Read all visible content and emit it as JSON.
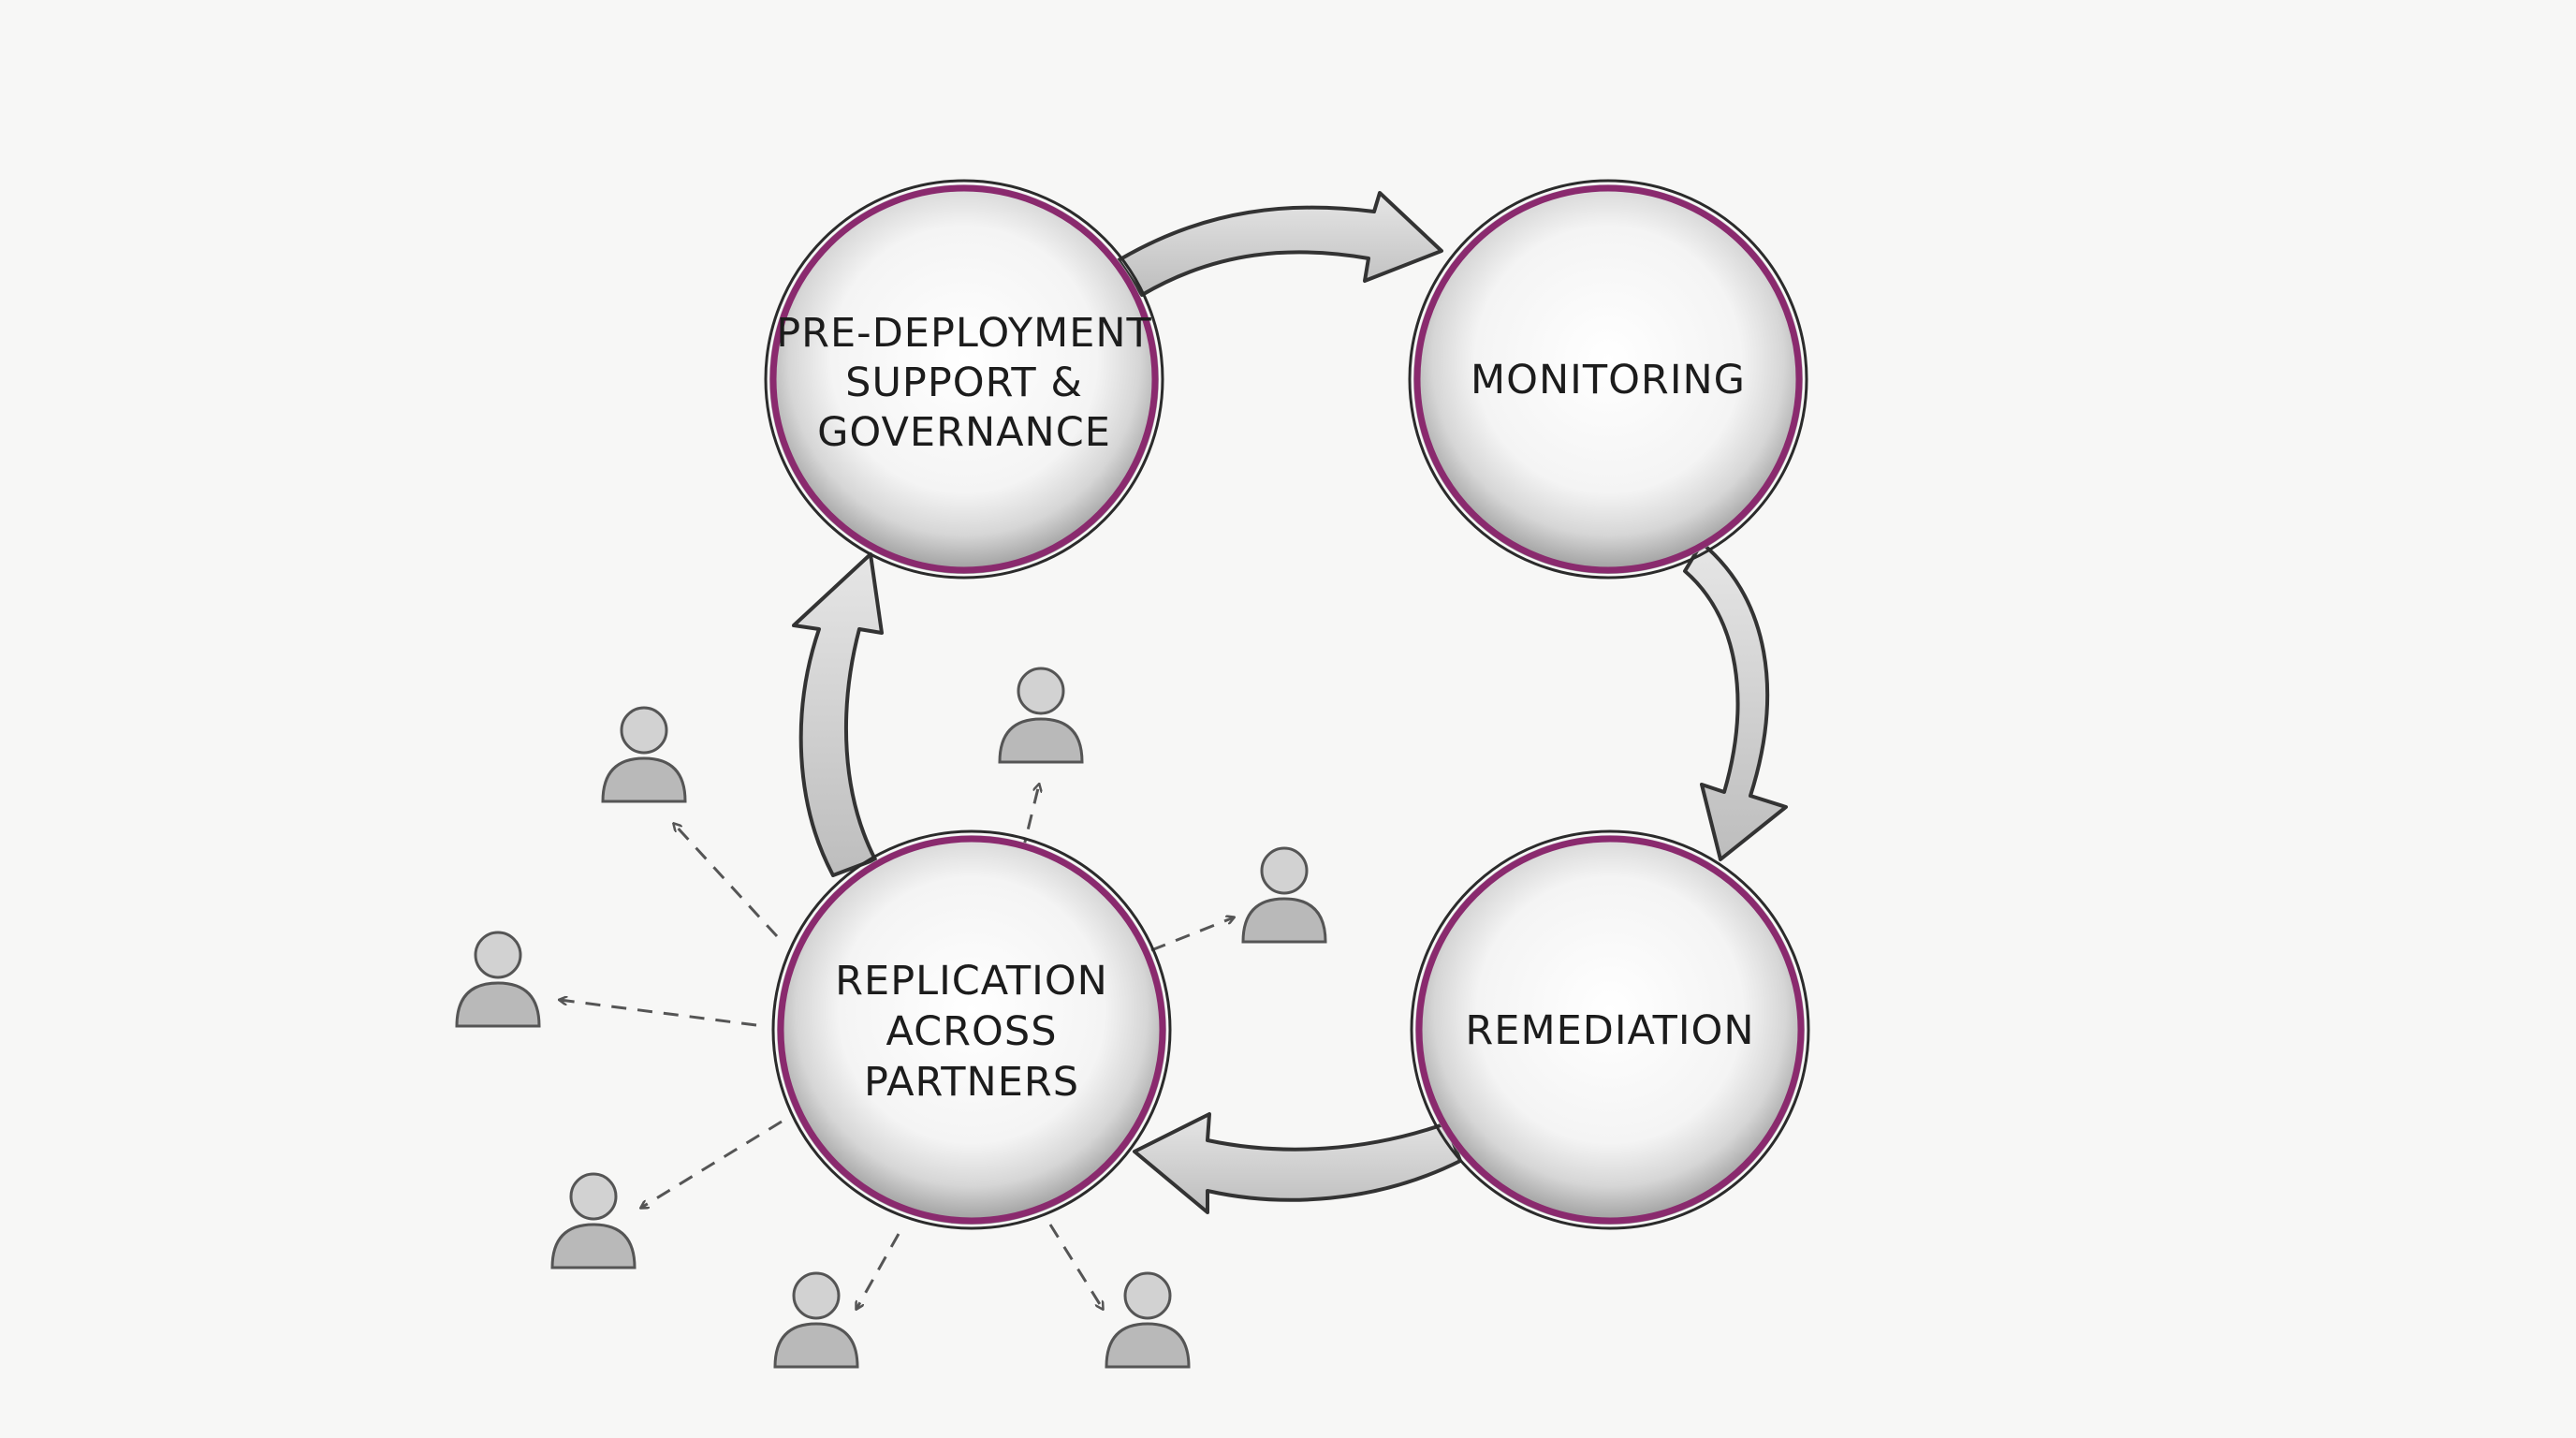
{
  "diagram": {
    "nodes": [
      {
        "id": "pre-deployment",
        "lines": [
          "PRE-DEPLOYMENT",
          "SUPPORT &",
          "GOVERNANCE"
        ]
      },
      {
        "id": "monitoring",
        "lines": [
          "MONITORING"
        ]
      },
      {
        "id": "remediation",
        "lines": [
          "REMEDIATION"
        ]
      },
      {
        "id": "replication",
        "lines": [
          "REPLICATION",
          "ACROSS",
          "PARTNERS"
        ]
      }
    ],
    "cycle_order": [
      "pre-deployment",
      "monitoring",
      "remediation",
      "replication"
    ],
    "partner_icon": "person-icon",
    "partner_count": 7,
    "colors": {
      "ring_accent": "#8a2a6e",
      "ring_outline": "#2b2b2b",
      "arrow_fill": "#d4d4d4",
      "arrow_stroke": "#333333",
      "sketch_gray": "#8c8c8c",
      "background": "#f7f7f6"
    }
  }
}
